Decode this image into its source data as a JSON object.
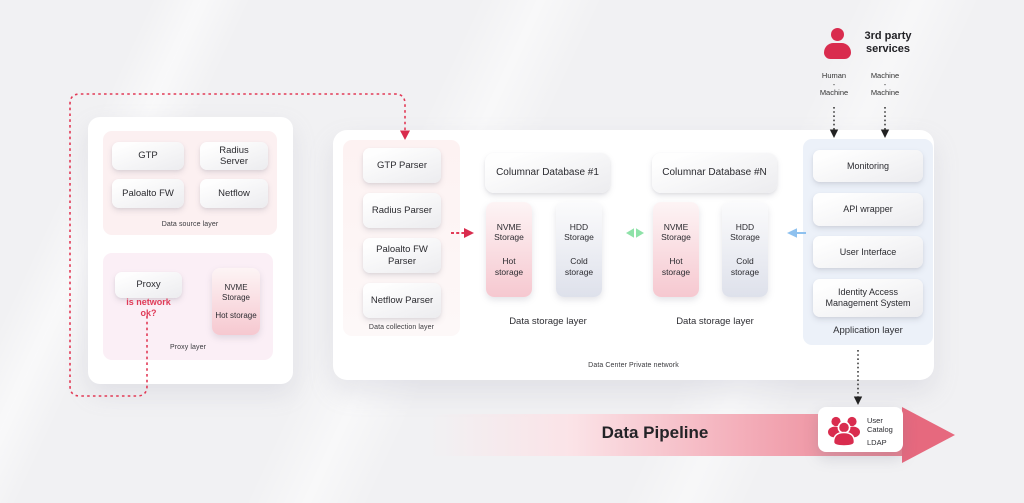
{
  "third_party": {
    "title": "3rd party services",
    "flows": [
      {
        "top": "Human",
        "dash": "-",
        "bottom": "Machine"
      },
      {
        "top": "Machine",
        "dash": "-",
        "bottom": "Machine"
      }
    ]
  },
  "left_box": {
    "data_source_layer": {
      "label": "Data source layer",
      "items": [
        "GTP",
        "Radius Server",
        "Paloalto FW",
        "Netflow"
      ]
    },
    "proxy_layer": {
      "label": "Proxy layer",
      "proxy_label": "Proxy",
      "question": "is network ok?",
      "nvme": {
        "title": "NVME Storage",
        "tier": "Hot storage"
      }
    }
  },
  "datacenter": {
    "label": "Data Center Private network",
    "collection_layer": {
      "label": "Data collection layer",
      "items": [
        "GTP Parser",
        "Radius Parser",
        "Paloalto FW Parser",
        "Netflow Parser"
      ]
    },
    "storage_layers": [
      {
        "db_title": "Columnar Database #1",
        "label": "Data storage layer",
        "nvme": {
          "title": "NVME Storage",
          "tier": "Hot storage"
        },
        "hdd": {
          "title": "HDD Storage",
          "tier": "Cold storage"
        }
      },
      {
        "db_title": "Columnar Database #N",
        "label": "Data storage layer",
        "nvme": {
          "title": "NVME Storage",
          "tier": "Hot storage"
        },
        "hdd": {
          "title": "HDD Storage",
          "tier": "Cold storage"
        }
      }
    ],
    "application_layer": {
      "label": "Application layer",
      "items": [
        "Monitoring",
        "API wrapper",
        "User Interface",
        "Identity Access Management System"
      ]
    }
  },
  "pipeline": {
    "title": "Data Pipeline",
    "catalog": {
      "name": "User Catalog",
      "protocol": "LDAP"
    }
  },
  "colors": {
    "accent_red": "#d92c4e",
    "hot_storage_pink": "#f6c8d0",
    "cold_storage_gray": "#dee1eb",
    "green_arrow": "#8ee2a8",
    "blue_arrow": "#8ec1ef"
  }
}
